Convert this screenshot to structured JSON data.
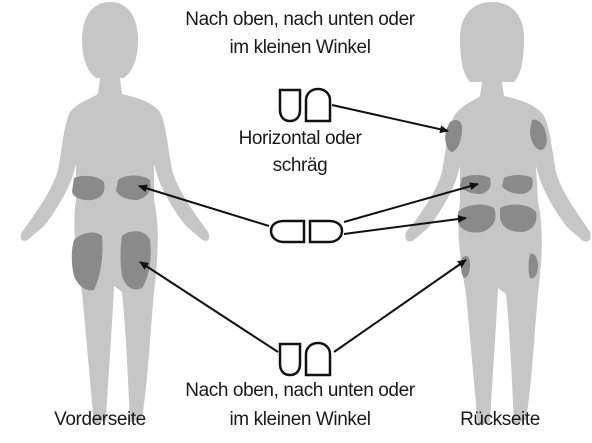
{
  "labels": {
    "top_line1": "Nach oben, nach unten oder",
    "top_line2": "im kleinen Winkel",
    "middle_line1": "Horizontal oder",
    "middle_line2": "schräg",
    "bottom_line1": "Nach oben, nach unten oder",
    "bottom_line2": "im kleinen Winkel",
    "front_caption": "Vorderseite",
    "back_caption": "Rückseite"
  },
  "colors": {
    "body": "#c6c6c6",
    "injection_site": "#8a8a8a",
    "arrow": "#111111",
    "text": "#1a1a1a"
  },
  "icons": [
    "vertical-pod-pair-icon",
    "horizontal-pod-pair-icon",
    "vertical-pod-pair-icon"
  ]
}
